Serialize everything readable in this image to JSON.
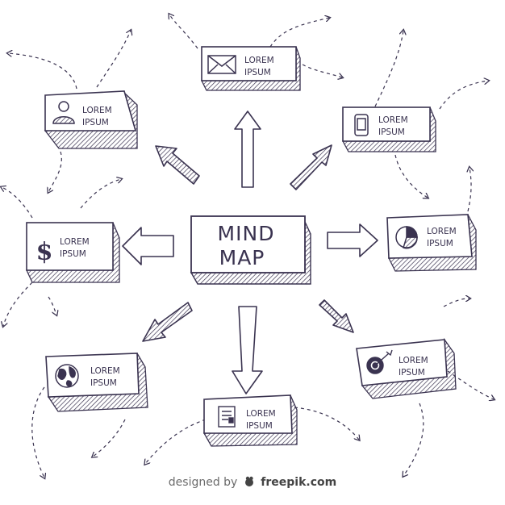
{
  "center": {
    "line1": "MIND",
    "line2": "MAP"
  },
  "nodes": [
    {
      "id": "envelope",
      "icon": "envelope-icon",
      "line1": "LOREM",
      "line2": "IPSUM"
    },
    {
      "id": "person",
      "icon": "person-icon",
      "line1": "LOREM",
      "line2": "IPSUM"
    },
    {
      "id": "phone",
      "icon": "phone-icon",
      "line1": "LOREM",
      "line2": "IPSUM"
    },
    {
      "id": "dollar",
      "icon": "dollar-icon",
      "line1": "LOREM",
      "line2": "IPSUM"
    },
    {
      "id": "pie",
      "icon": "pie-chart-icon",
      "line1": "LOREM",
      "line2": "IPSUM"
    },
    {
      "id": "globe",
      "icon": "globe-icon",
      "line1": "LOREM",
      "line2": "IPSUM"
    },
    {
      "id": "document",
      "icon": "document-icon",
      "line1": "LOREM",
      "line2": "IPSUM"
    },
    {
      "id": "target",
      "icon": "target-icon",
      "line1": "LOREM",
      "line2": "IPSUM"
    }
  ],
  "colors": {
    "ink": "#3a3350"
  },
  "watermark": {
    "prefix": "designed by",
    "brand": "freepik.com"
  }
}
